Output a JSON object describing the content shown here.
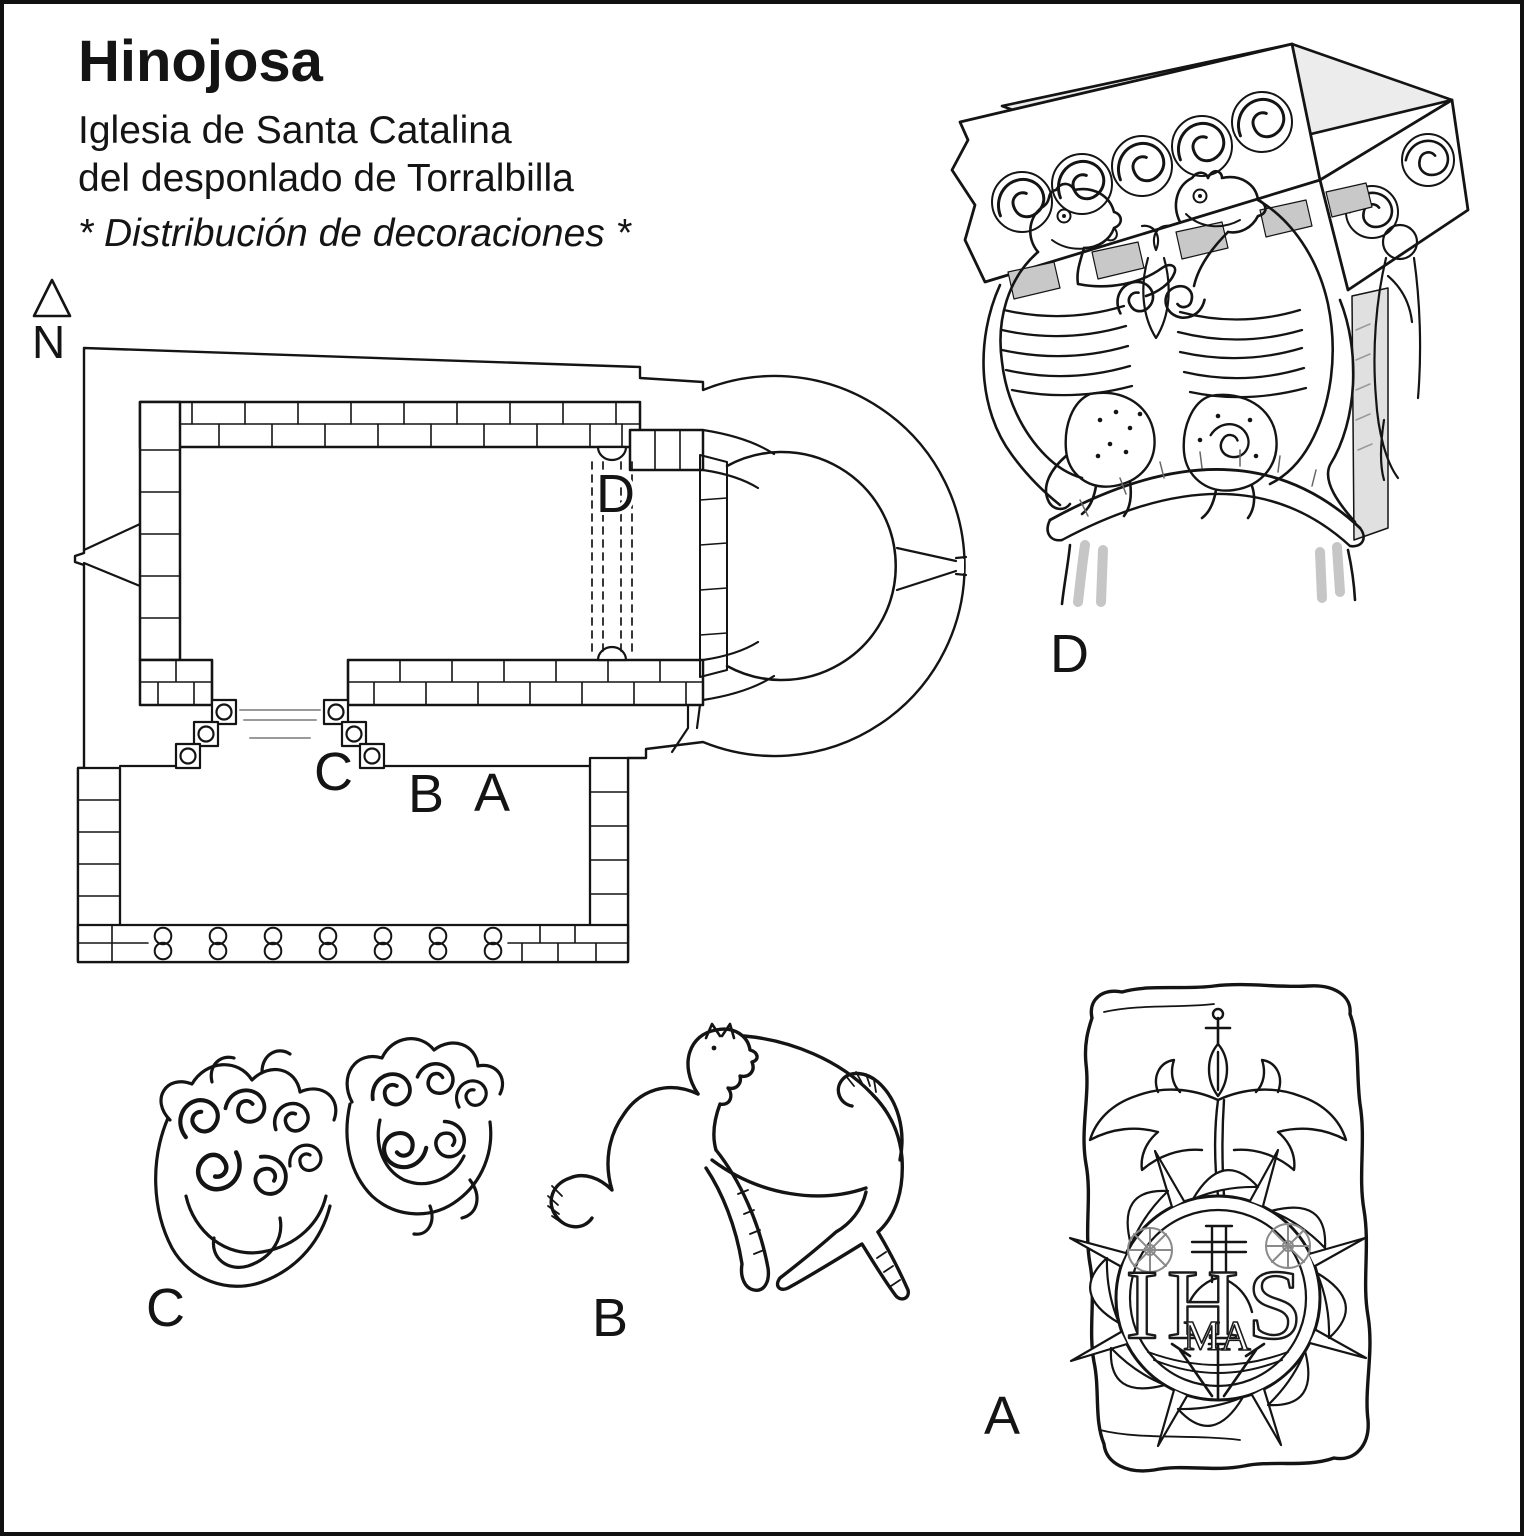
{
  "title": {
    "main": "Hinojosa",
    "line1": "Iglesia de Santa Catalina",
    "line2": "del desponlado de Torralbilla",
    "line3": "* Distribución de decoraciones *"
  },
  "compass": {
    "label": "N"
  },
  "plan": {
    "label_d": "D",
    "label_c": "C",
    "label_b": "B",
    "label_a": "A"
  },
  "figures": {
    "capital": {
      "label": "D"
    },
    "foliage": {
      "label": "C"
    },
    "animal": {
      "label": "B"
    },
    "stone": {
      "label": "A",
      "monogram": "IHS",
      "monogram_sub": "MA"
    }
  },
  "colors": {
    "ink": "#141414",
    "paper": "#ffffff",
    "shade_light": "#e0e0e0",
    "shade_mid": "#c8c8c8",
    "detail_gray": "#8a8a8a"
  }
}
